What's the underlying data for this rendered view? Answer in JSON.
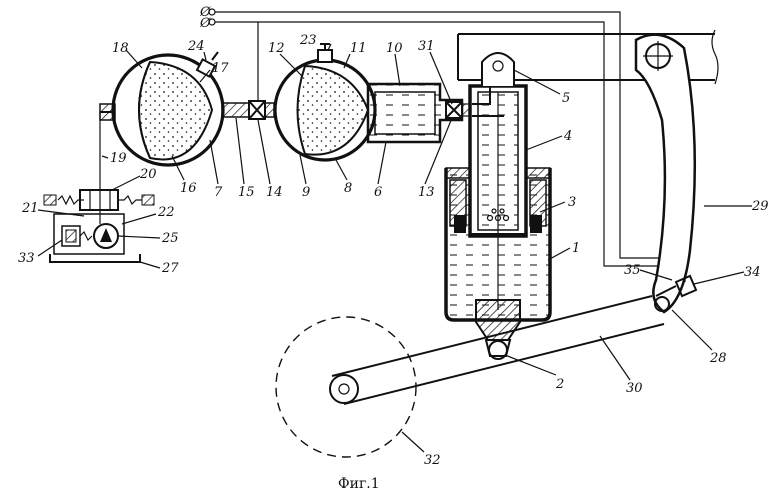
{
  "caption": "Фиг.1",
  "labels": {
    "l1": "1",
    "l2": "2",
    "l3": "3",
    "l4": "4",
    "l5": "5",
    "l6": "6",
    "l7": "7",
    "l8": "8",
    "l9": "9",
    "l10": "10",
    "l11": "11",
    "l12": "12",
    "l13": "13",
    "l14": "14",
    "l15": "15",
    "l16": "16",
    "l17": "17",
    "l18": "18",
    "l19": "19",
    "l20": "20",
    "l21": "21",
    "l22": "22",
    "l23": "23",
    "l24": "24",
    "l25": "25",
    "l27": "27",
    "l28": "28",
    "l29": "29",
    "l30": "30",
    "l31": "31",
    "l32": "32",
    "l33": "33",
    "l34": "34",
    "l35": "35"
  },
  "terminals": {
    "t1": "Ø",
    "t2": "Ø"
  }
}
